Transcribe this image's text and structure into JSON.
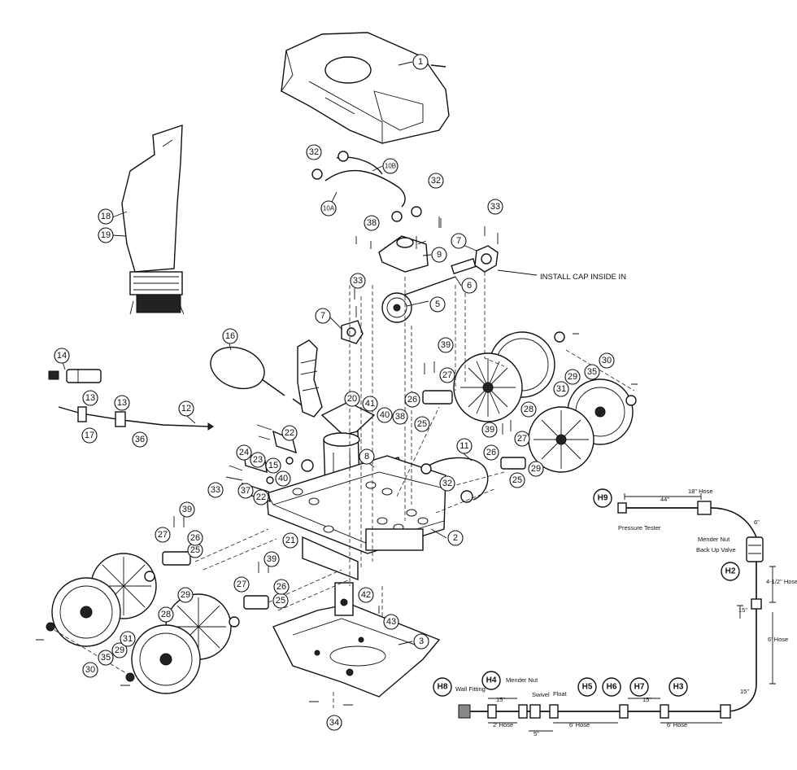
{
  "callouts": [
    {
      "id": "c1",
      "label": "1"
    },
    {
      "id": "c2",
      "label": "2"
    },
    {
      "id": "c3",
      "label": "3"
    },
    {
      "id": "c5",
      "label": "5"
    },
    {
      "id": "c6",
      "label": "6"
    },
    {
      "id": "c7a",
      "label": "7"
    },
    {
      "id": "c7b",
      "label": "7"
    },
    {
      "id": "c8",
      "label": "8"
    },
    {
      "id": "c9",
      "label": "9"
    },
    {
      "id": "c10a",
      "label": "10A"
    },
    {
      "id": "c10b",
      "label": "10B"
    },
    {
      "id": "c11",
      "label": "11"
    },
    {
      "id": "c12",
      "label": "12"
    },
    {
      "id": "c13a",
      "label": "13"
    },
    {
      "id": "c13b",
      "label": "13"
    },
    {
      "id": "c14",
      "label": "14"
    },
    {
      "id": "c15",
      "label": "15"
    },
    {
      "id": "c16",
      "label": "16"
    },
    {
      "id": "c17",
      "label": "17"
    },
    {
      "id": "c18",
      "label": "18"
    },
    {
      "id": "c19",
      "label": "19"
    },
    {
      "id": "c20",
      "label": "20"
    },
    {
      "id": "c21",
      "label": "21"
    },
    {
      "id": "c22a",
      "label": "22"
    },
    {
      "id": "c22b",
      "label": "22"
    },
    {
      "id": "c23",
      "label": "23"
    },
    {
      "id": "c24",
      "label": "24"
    },
    {
      "id": "c25a",
      "label": "25"
    },
    {
      "id": "c25b",
      "label": "25"
    },
    {
      "id": "c25c",
      "label": "25"
    },
    {
      "id": "c25d",
      "label": "25"
    },
    {
      "id": "c26a",
      "label": "26"
    },
    {
      "id": "c26b",
      "label": "26"
    },
    {
      "id": "c26c",
      "label": "26"
    },
    {
      "id": "c26d",
      "label": "26"
    },
    {
      "id": "c27a",
      "label": "27"
    },
    {
      "id": "c27b",
      "label": "27"
    },
    {
      "id": "c27c",
      "label": "27"
    },
    {
      "id": "c27d",
      "label": "27"
    },
    {
      "id": "c28a",
      "label": "28"
    },
    {
      "id": "c28b",
      "label": "28"
    },
    {
      "id": "c29a",
      "label": "29"
    },
    {
      "id": "c29b",
      "label": "29"
    },
    {
      "id": "c29c",
      "label": "29"
    },
    {
      "id": "c29d",
      "label": "29"
    },
    {
      "id": "c30a",
      "label": "30"
    },
    {
      "id": "c30b",
      "label": "30"
    },
    {
      "id": "c31a",
      "label": "31"
    },
    {
      "id": "c31b",
      "label": "31"
    },
    {
      "id": "c32a",
      "label": "32"
    },
    {
      "id": "c32b",
      "label": "32"
    },
    {
      "id": "c32c",
      "label": "32"
    },
    {
      "id": "c33a",
      "label": "33"
    },
    {
      "id": "c33b",
      "label": "33"
    },
    {
      "id": "c33c",
      "label": "33"
    },
    {
      "id": "c34",
      "label": "34"
    },
    {
      "id": "c35a",
      "label": "35"
    },
    {
      "id": "c35b",
      "label": "35"
    },
    {
      "id": "c36",
      "label": "36"
    },
    {
      "id": "c37",
      "label": "37"
    },
    {
      "id": "c38a",
      "label": "38"
    },
    {
      "id": "c38b",
      "label": "38"
    },
    {
      "id": "c39a",
      "label": "39"
    },
    {
      "id": "c39b",
      "label": "39"
    },
    {
      "id": "c39c",
      "label": "39"
    },
    {
      "id": "c39d",
      "label": "39"
    },
    {
      "id": "c40a",
      "label": "40"
    },
    {
      "id": "c40b",
      "label": "40"
    },
    {
      "id": "c41",
      "label": "41"
    },
    {
      "id": "c42",
      "label": "42"
    },
    {
      "id": "c43",
      "label": "43"
    }
  ],
  "install_note": "INSTALL CAP INSIDE IN",
  "hose": {
    "nodes": [
      {
        "id": "H9",
        "label": "H9"
      },
      {
        "id": "H2",
        "label": "H2"
      },
      {
        "id": "H8",
        "label": "H8"
      },
      {
        "id": "H4",
        "label": "H4"
      },
      {
        "id": "H5",
        "label": "H5"
      },
      {
        "id": "H6",
        "label": "H6"
      },
      {
        "id": "H7",
        "label": "H7"
      },
      {
        "id": "H3",
        "label": "H3"
      }
    ],
    "labels": {
      "pressure_tester": "Pressure Tester",
      "hose_18": "18\" Hose",
      "dim_44": "44\"",
      "dim_6_corner": "6\"",
      "mender_nut": "Mender Nut",
      "back_up_valve": "Back Up Valve",
      "hose_4_half": "4-1/2\" Hose",
      "dim_15_vert": "15\"",
      "hose_6_vert": "6' Hose",
      "dim_15_corner": "15\"",
      "wall_fitting": "Wall Fitting",
      "dim_15_a": "15\"",
      "mender_nut_2": "Mender Nut",
      "swivel": "Swivel",
      "float": "Float",
      "hose_2ft": "2' Hose",
      "dim_5": "5\"",
      "hose_6ft_a": "6' Hose",
      "dim_15_b": "15\"",
      "hose_6ft_b": "6' Hose"
    }
  }
}
